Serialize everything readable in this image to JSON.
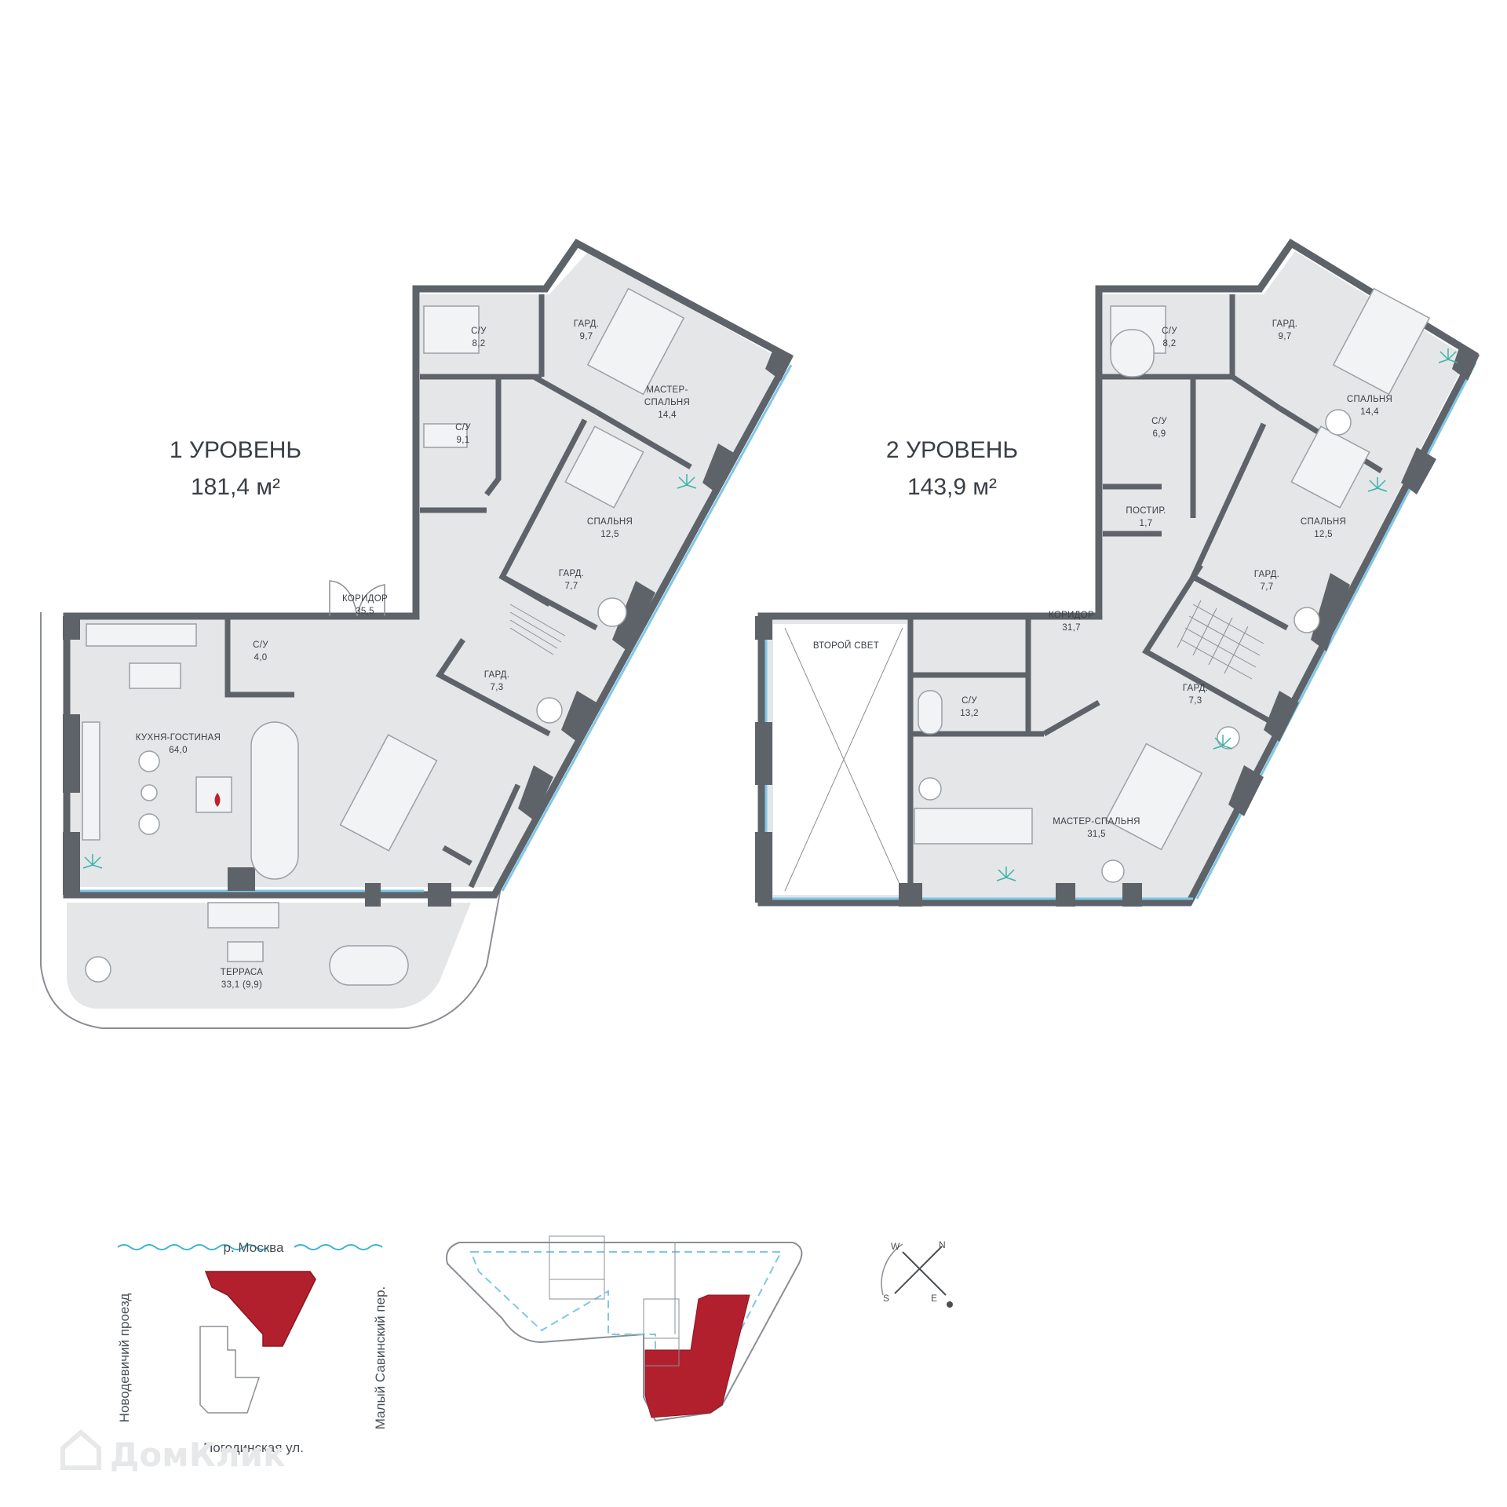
{
  "level1": {
    "title": "1 УРОВЕНЬ",
    "area": "181,4 м²",
    "rooms": [
      {
        "name": "С/У",
        "area": "8,2"
      },
      {
        "name": "ГАРД.",
        "area": "9,7"
      },
      {
        "name": "МАСТЕР-",
        "name2": "СПАЛЬНЯ",
        "area": "14,4"
      },
      {
        "name": "С/У",
        "area": "9,1"
      },
      {
        "name": "СПАЛЬНЯ",
        "area": "12,5"
      },
      {
        "name": "ГАРД.",
        "area": "7,7"
      },
      {
        "name": "С/У",
        "area": "4,0"
      },
      {
        "name": "КОРИДОР",
        "area": "35,5"
      },
      {
        "name": "ГАРД.",
        "area": "7,3"
      },
      {
        "name": "КУХНЯ-ГОСТИНАЯ",
        "area": "64,0"
      },
      {
        "name": "ТЕРРАСА",
        "area": "33,1 (9,9)"
      }
    ]
  },
  "level2": {
    "title": "2 УРОВЕНЬ",
    "area": "143,9 м²",
    "rooms": [
      {
        "name": "С/У",
        "area": "8,2"
      },
      {
        "name": "ГАРД.",
        "area": "9,7"
      },
      {
        "name": "СПАЛЬНЯ",
        "area": "14,4"
      },
      {
        "name": "С/У",
        "area": "6,9"
      },
      {
        "name": "ПОСТИР.",
        "area": "1,7"
      },
      {
        "name": "СПАЛЬНЯ",
        "area": "12,5"
      },
      {
        "name": "ГАРД.",
        "area": "7,7"
      },
      {
        "name": "ВТОРОЙ СВЕТ",
        "area": ""
      },
      {
        "name": "КОРИДОР",
        "area": "31,7"
      },
      {
        "name": "С/У",
        "area": "13,2"
      },
      {
        "name": "ГАРД.",
        "area": "7,3"
      },
      {
        "name": "МАСТЕР-СПАЛЬНЯ",
        "area": "31,5"
      }
    ]
  },
  "site": {
    "river": "р. Москва",
    "street_left": "Новодевичий проезд",
    "street_right": "Малый Савинский пер.",
    "street_bottom": "Погодинская ул."
  },
  "compass": {
    "n": "N",
    "s": "S",
    "w": "W",
    "e": "E"
  },
  "watermark": "ДомКлик",
  "colors": {
    "wall": "#5e6369",
    "floor": "#e4e6e8",
    "highlight": "#b2202e",
    "accent": "#3bb3a8",
    "window": "#7fc7e6",
    "text": "#3a3f45"
  }
}
